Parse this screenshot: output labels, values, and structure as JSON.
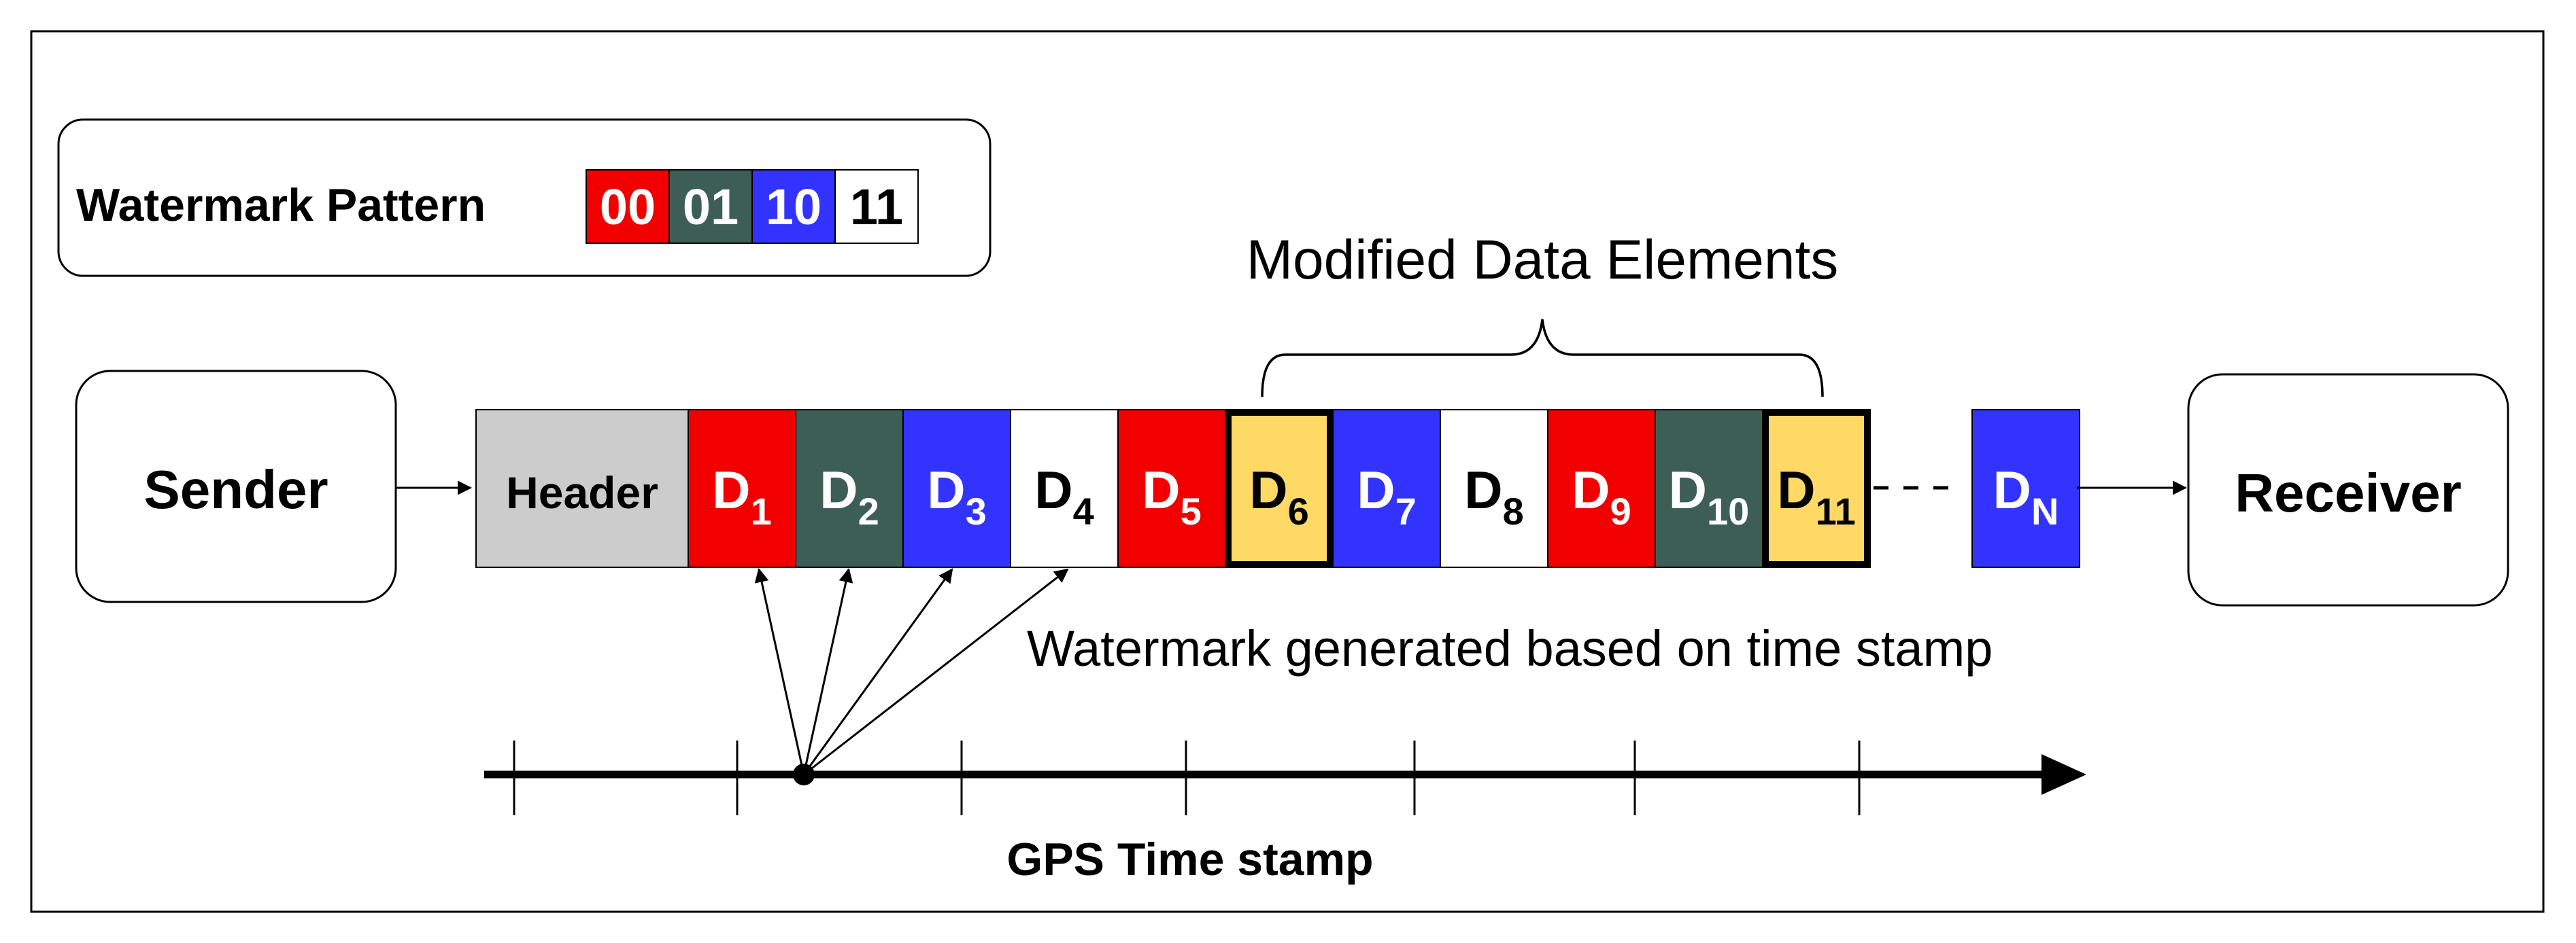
{
  "watermark_pattern": {
    "label": "Watermark Pattern",
    "codes": [
      {
        "code": "00",
        "color": "#f20000",
        "text_color": "#ffffff"
      },
      {
        "code": "01",
        "color": "#3d5e55",
        "text_color": "#ffffff"
      },
      {
        "code": "10",
        "color": "#3333ff",
        "text_color": "#ffffff"
      },
      {
        "code": "11",
        "color": "#ffffff",
        "text_color": "#000000"
      }
    ]
  },
  "sender_label": "Sender",
  "receiver_label": "Receiver",
  "packet": {
    "header_label": "Header",
    "header_color": "#cccccc",
    "highlight_color": "#ffd966",
    "elements": [
      {
        "base": "D",
        "sub": "1",
        "color": "#f20000",
        "text_color": "#ffffff",
        "highlighted": false
      },
      {
        "base": "D",
        "sub": "2",
        "color": "#3d5e55",
        "text_color": "#ffffff",
        "highlighted": false
      },
      {
        "base": "D",
        "sub": "3",
        "color": "#3333ff",
        "text_color": "#ffffff",
        "highlighted": false
      },
      {
        "base": "D",
        "sub": "4",
        "color": "#ffffff",
        "text_color": "#000000",
        "highlighted": false
      },
      {
        "base": "D",
        "sub": "5",
        "color": "#f20000",
        "text_color": "#ffffff",
        "highlighted": false
      },
      {
        "base": "D",
        "sub": "6",
        "color": "#ffd966",
        "text_color": "#000000",
        "highlighted": true
      },
      {
        "base": "D",
        "sub": "7",
        "color": "#3333ff",
        "text_color": "#ffffff",
        "highlighted": false
      },
      {
        "base": "D",
        "sub": "8",
        "color": "#ffffff",
        "text_color": "#000000",
        "highlighted": false
      },
      {
        "base": "D",
        "sub": "9",
        "color": "#f20000",
        "text_color": "#ffffff",
        "highlighted": false
      },
      {
        "base": "D",
        "sub": "10",
        "color": "#3d5e55",
        "text_color": "#ffffff",
        "highlighted": false
      },
      {
        "base": "D",
        "sub": "11",
        "color": "#ffd966",
        "text_color": "#000000",
        "highlighted": true
      }
    ],
    "last_element": {
      "base": "D",
      "sub": "N",
      "color": "#3333ff",
      "text_color": "#ffffff"
    }
  },
  "modified_label": "Modified Data Elements",
  "watermark_note": "Watermark generated based on time stamp",
  "timeline_label": "GPS Time stamp"
}
